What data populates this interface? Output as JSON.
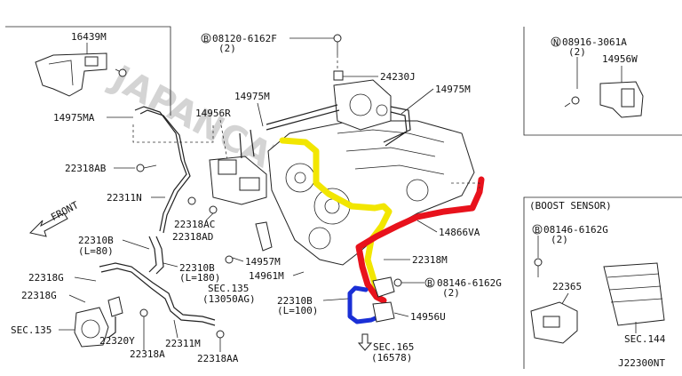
{
  "labels": {
    "p16439m": "16439M",
    "p08120": "08120-6162F",
    "p08120_qty": "(2)",
    "p24230j": "24230J",
    "p14975m_a": "14975M",
    "p14975m_b": "14975M",
    "p14975ma": "14975MA",
    "p14956r": "14956R",
    "p22318ab": "22318AB",
    "p22311n": "22311N",
    "p22318ac": "22318AC",
    "p22318ad": "22318AD",
    "p22310b_a": "22310B",
    "p22310b_a_len": "(L=80)",
    "p22310b_b": "22310B",
    "p22310b_b_len": "(L=180)",
    "p14957m": "14957M",
    "p14961m": "14961M",
    "sec135_a": "SEC.135",
    "sec135_a_ref": "(13050AG)",
    "p22318g_a": "22318G",
    "p22318g_b": "22318G",
    "sec135_b": "SEC.135",
    "p22320y": "22320Y",
    "p22318a": "22318A",
    "p22311m": "22311M",
    "p22318aa": "22318AA",
    "p22310b_c": "22310B",
    "p22310b_c_len": "(L=100)",
    "p22318m": "22318M",
    "p08146_a": "08146-6162G",
    "p08146_a_qty": "(2)",
    "p14956u": "14956U",
    "sec165": "SEC.165",
    "sec165_ref": "(16578)",
    "p14866va": "14866VA",
    "p08916": "08916-3061A",
    "p08916_qty": "(2)",
    "p14956w": "14956W",
    "boost_title": "(BOOST SENSOR)",
    "p08146_b": "08146-6162G",
    "p08146_b_qty": "(2)",
    "p22365": "22365",
    "sec144": "SEC.144",
    "front": "FRONT",
    "diagram_code": "J22300NT",
    "watermark": "JAPANCATS.RU"
  },
  "prefix_marks": {
    "b": "B",
    "n": "N"
  },
  "colors": {
    "yellow_path": "#f2e600",
    "red_path": "#e8121c",
    "blue_path": "#1a2fd6",
    "line": "#222222",
    "watermark": "#d4d4d4"
  },
  "icons": [
    "bolt-icon",
    "front-arrow-icon",
    "circle-b-icon",
    "circle-n-icon"
  ]
}
